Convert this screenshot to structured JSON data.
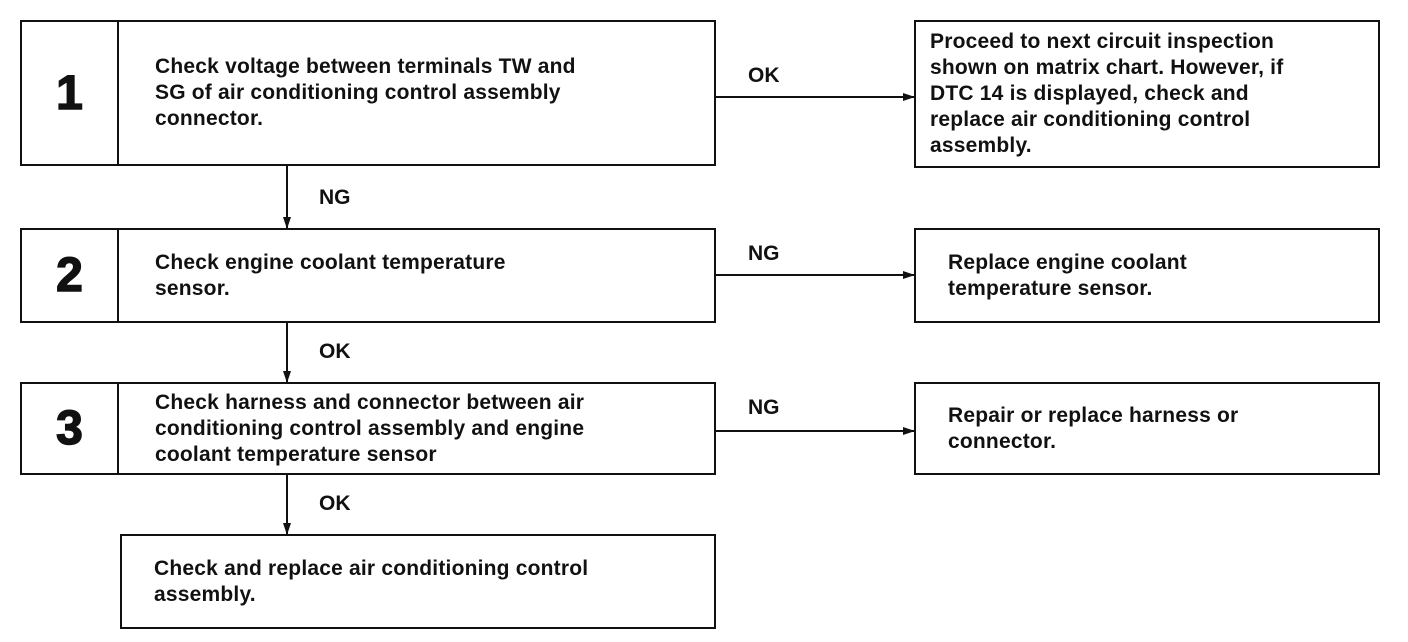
{
  "steps": [
    {
      "number": "1",
      "text": "Check voltage between terminals TW and\nSG of air conditioning control assembly\nconnector."
    },
    {
      "number": "2",
      "text": "Check engine coolant temperature\nsensor."
    },
    {
      "number": "3",
      "text": "Check harness and connector between air\nconditioning control assembly and engine\ncoolant temperature sensor"
    }
  ],
  "results": [
    {
      "label": "OK",
      "text": "Proceed to next circuit inspection\nshown on matrix chart. However, if\nDTC 14 is displayed, check and\nreplace air conditioning control\nassembly."
    },
    {
      "label": "NG",
      "text": "Replace engine coolant\ntemperature sensor."
    },
    {
      "label": "NG",
      "text": "Repair or replace harness or\nconnector."
    }
  ],
  "down_labels": [
    "NG",
    "OK",
    "OK"
  ],
  "final": {
    "text": "Check and replace air conditioning control\nassembly."
  }
}
